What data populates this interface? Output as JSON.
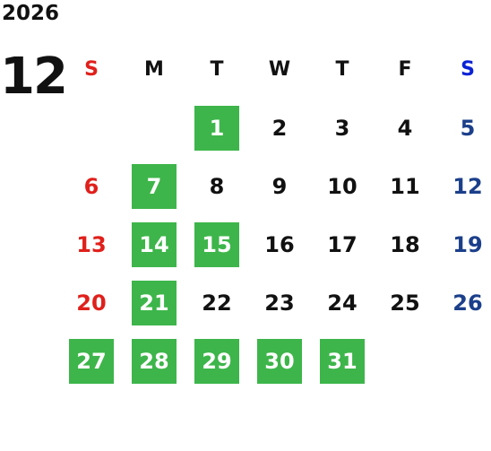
{
  "header": {
    "year": "2026",
    "month": "12"
  },
  "weekdays": [
    "S",
    "M",
    "T",
    "W",
    "T",
    "F",
    "S"
  ],
  "weekday_colors": [
    "#e0201b",
    "#111111",
    "#111111",
    "#111111",
    "#111111",
    "#111111",
    "#0a22d6"
  ],
  "colors": {
    "sunday": "#e0201b",
    "saturday": "#1b3f8a",
    "weekday": "#111111",
    "highlight_bg": "#3db54a",
    "highlight_text": "#ffffff"
  },
  "first_weekday_index": 2,
  "weeks": [
    [
      "",
      "",
      "1",
      "2",
      "3",
      "4",
      "5"
    ],
    [
      "6",
      "7",
      "8",
      "9",
      "10",
      "11",
      "12"
    ],
    [
      "13",
      "14",
      "15",
      "16",
      "17",
      "18",
      "19"
    ],
    [
      "20",
      "21",
      "22",
      "23",
      "24",
      "25",
      "26"
    ],
    [
      "27",
      "28",
      "29",
      "30",
      "31",
      "",
      ""
    ]
  ],
  "highlighted_days": [
    "1",
    "7",
    "14",
    "15",
    "21",
    "27",
    "28",
    "29",
    "30",
    "31"
  ]
}
